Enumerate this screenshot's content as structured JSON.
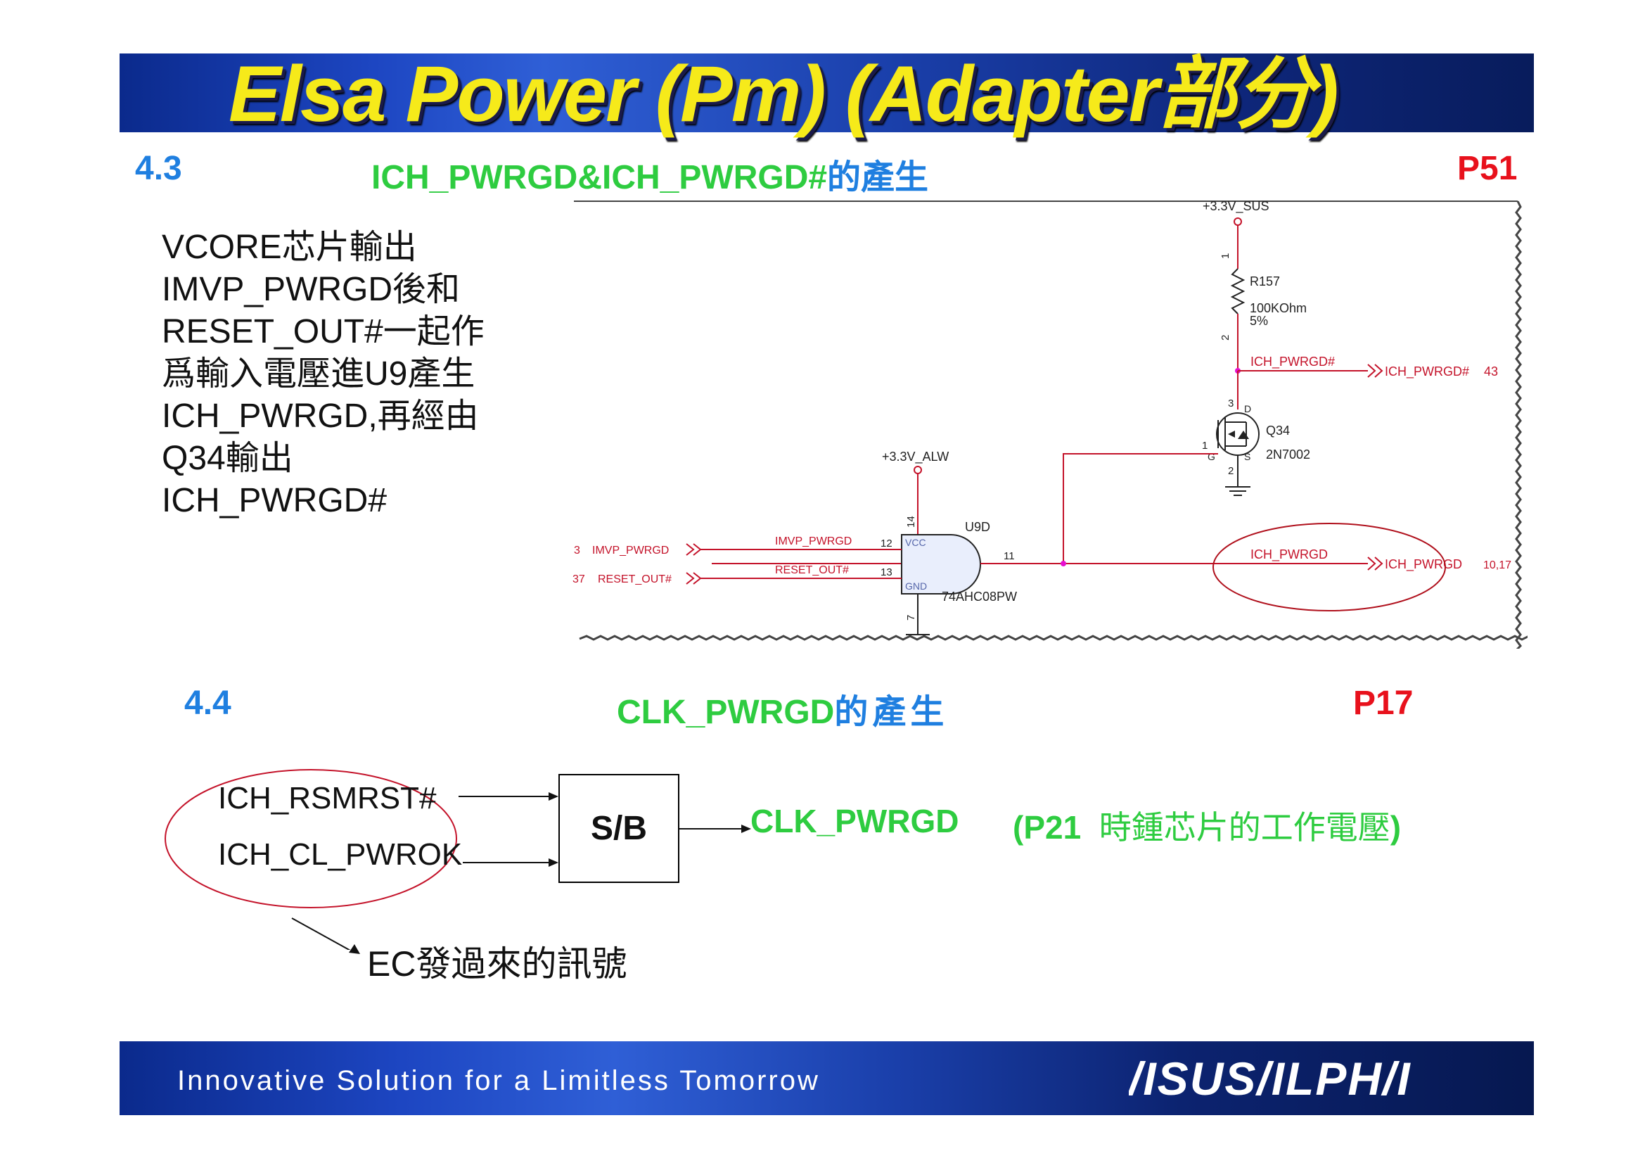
{
  "header": {
    "title": "Elsa Power  (Pm) (Adapter部分)"
  },
  "section1": {
    "number": "4.3",
    "title_latin": "ICH_PWRGD&ICH_PWRGD#",
    "title_cjk": "的產生",
    "page": "P51",
    "description": [
      "VCORE芯片輸出",
      "IMVP_PWRGD後和",
      "RESET_OUT#一起作",
      "爲輸入電壓進U9產生",
      "ICH_PWRGD,再經由",
      "Q34輸出",
      "ICH_PWRGD#"
    ],
    "schematic": {
      "sus_rail": "+3.3V_SUS",
      "alw_rail": "+3.3V_ALW",
      "resistor_ref": "R157",
      "resistor_value": "100KOhm",
      "resistor_tol": "5%",
      "resistor_pin1": "1",
      "resistor_pin2": "2",
      "net_pwrgd_n": "ICH_PWRGD#",
      "offpage_pwrgd_n": "ICH_PWRGD#",
      "offpage_pwrgd_n_page": "43",
      "fet_ref": "Q34",
      "fet_part": "2N7002",
      "fet_pin_d": "3",
      "fet_pin_g": "1",
      "fet_pin_s": "2",
      "fet_lbl_d": "D",
      "fet_lbl_g": "G",
      "fet_lbl_s": "S",
      "gate_ref": "U9D",
      "gate_part": "74AHC08PW",
      "gate_vcc": "VCC",
      "gate_gnd": "GND",
      "gate_pin_vcc": "14",
      "gate_pin_gnd": "7",
      "gate_pin_a": "12",
      "gate_pin_b": "13",
      "gate_pin_out": "11",
      "in1_page": "3",
      "in1_name": "IMVP_PWRGD",
      "in2_page": "37",
      "in2_name": "RESET_OUT#",
      "net_in1": "IMVP_PWRGD",
      "net_in2": "RESET_OUT#",
      "net_pwrgd": "ICH_PWRGD",
      "offpage_pwrgd": "ICH_PWRGD",
      "offpage_pwrgd_pages": "10,17"
    }
  },
  "section2": {
    "number": "4.4",
    "title_latin": "CLK_PWRGD",
    "title_cjk": "的產生",
    "page": "P17",
    "input1": "ICH_RSMRST#",
    "input2": "ICH_CL_PWROK",
    "block": "S/B",
    "output": "CLK_PWRGD",
    "note_prefix": "(P21",
    "note_cjk": "時鍾芯片的工作電壓",
    "note_suffix": ")",
    "ec_note": "EC發過來的訊號"
  },
  "footer": {
    "slogan": "Innovative Solution for a Limitless Tomorrow",
    "logo": "/ISUS/ILPH/I"
  },
  "colors": {
    "banner_blue": "#1d46c2",
    "title_yellow": "#f6ea1a",
    "section_blue": "#1f7fe0",
    "section_green": "#2ecc40",
    "page_red": "#e8111c",
    "wire_red": "#c4132a",
    "junction_magenta": "#e60fd0"
  }
}
